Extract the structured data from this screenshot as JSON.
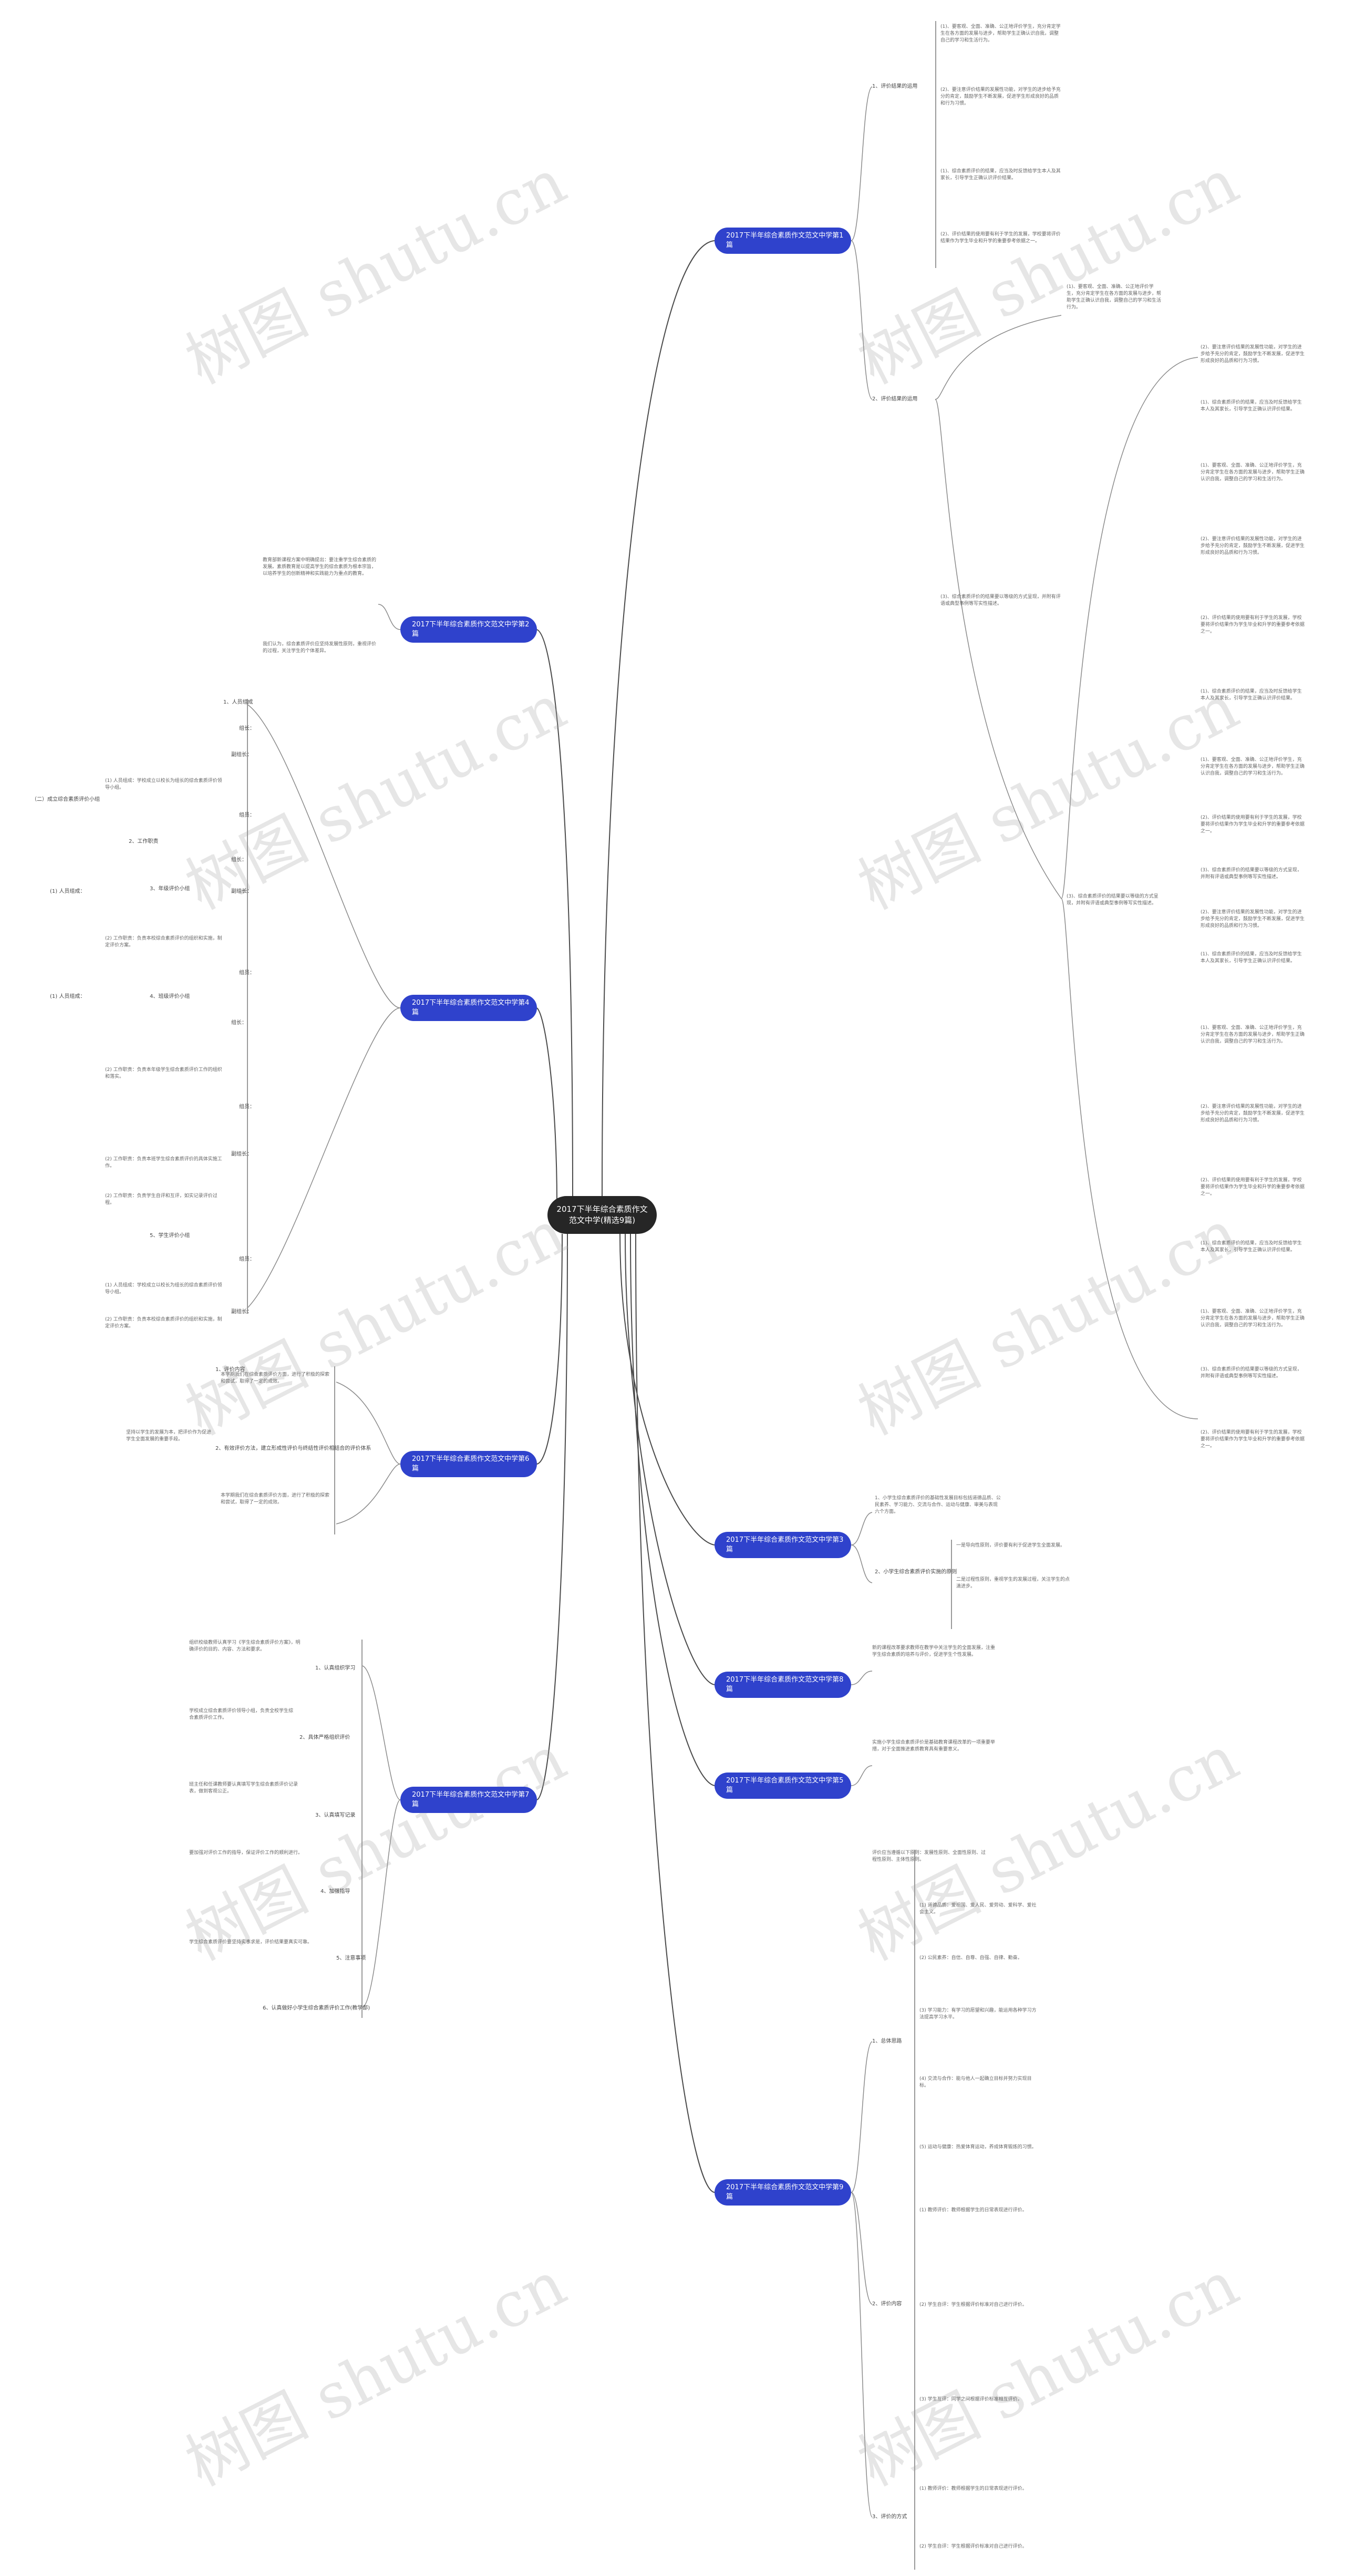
{
  "watermark": "树图 shutu.cn",
  "root": {
    "title_line1": "2017下半年综合素质作文",
    "title_line2": "范文中学(精选9篇)"
  },
  "branches": [
    {
      "label": "2017下半年综合素质作文范文中学第1篇"
    },
    {
      "label": "2017下半年综合素质作文范文中学第2篇"
    },
    {
      "label": "2017下半年综合素质作文范文中学第4篇"
    },
    {
      "label": "2017下半年综合素质作文范文中学第6篇"
    },
    {
      "label": "2017下半年综合素质作文范文中学第3篇"
    },
    {
      "label": "2017下半年综合素质作文范文中学第8篇"
    },
    {
      "label": "2017下半年综合素质作文范文中学第5篇"
    },
    {
      "label": "2017下半年综合素质作文范文中学第7篇"
    },
    {
      "label": "2017下半年综合素质作文范文中学第9篇"
    }
  ],
  "b1": {
    "sub1": "1、评价结果的运用",
    "sub2": "2、评价结果的运用",
    "paras": [
      "(1)、要客观、全面、准确、公正地评价学生，充分肯定学生在各方面的发展与进步，帮助学生正确认识自我，调整自己的学习和生活行为。",
      "(2)、要注意评价结果的发展性功能，对学生的进步给予充分的肯定，鼓励学生不断发展，促进学生形成良好的品质和行为习惯。",
      "(1)、综合素质评价的结果，应当及时反馈给学生本人及其家长，引导学生正确认识评价结果。",
      "(2)、评价结果的使用要有利于学生的发展，学校要将评价结果作为学生毕业和升学的重要参考依据之一。",
      "(3)、综合素质评价的结果要以等级的方式呈现，并附有评语或典型事例等写实性描述。"
    ]
  },
  "b2": {
    "paras": [
      "教育部新课程方案中明确提出：要注重学生综合素质的发展。素质教育是以提高学生的综合素质为根本宗旨，以培养学生的创新精神和实践能力为重点的教育。",
      "我们认为，综合素质评价应坚持发展性原则，重视评价的过程，关注学生的个体差异。"
    ]
  },
  "b4": {
    "items": [
      "1、人员组成",
      "组长：",
      "副组长：",
      "组员：",
      "2、工作职责",
      "3、年级评价小组",
      "4、班级评价小组",
      "5、学生评价小组"
    ],
    "paras": [
      "(1) 人员组成：学校成立以校长为组长的综合素质评价领导小组。",
      "(2) 工作职责：负责本校综合素质评价的组织和实施，制定评价方案。",
      "(2) 工作职责：负责本年级学生综合素质评价工作的组织和落实。",
      "(2) 工作职责：负责本班学生综合素质评价的具体实施工作。",
      "(2) 工作职责：负责学生自评和互评，如实记录评价过程。"
    ],
    "left1": "（二）成立综合素质评价小组",
    "left2": "(1) 人员组成：",
    "left3": "(1) 人员组成："
  },
  "b6": {
    "items": [
      "1、评价内容",
      "2、有效评价方法，建立形成性评价与终结性评价相结合的评价体系"
    ],
    "paras": [
      "本学期我们在综合素质评价方面，进行了积极的探索和尝试，取得了一定的成效。",
      "坚持以学生的发展为本，把评价作为促进学生全面发展的重要手段。"
    ]
  },
  "b3": {
    "item1": "1、小学生综合素质评价的基础性发展目标包括道德品质、公民素养、学习能力、交流与合作、运动与健康、审美与表现六个方面。",
    "item2": "2、小学生综合素质评价实施的原则",
    "paras": [
      "一是导向性原则，评价要有利于促进学生全面发展。",
      "二是过程性原则，重视学生的发展过程，关注学生的点滴进步。"
    ]
  },
  "b8": {
    "para": "新的课程改革要求教师在教学中关注学生的全面发展，注重学生综合素质的培养与评价，促进学生个性发展。"
  },
  "b5": {
    "para": "实施小学生综合素质评价是基础教育课程改革的一项重要举措，对于全面推进素质教育具有重要意义。"
  },
  "b7": {
    "items": [
      "1、认真组织学习",
      "2、具体严格组织评价",
      "3、认真填写记录",
      "4、加强指导",
      "5、注意事项",
      "6、认真做好小学生综合素质评价工作(教学部)"
    ],
    "paras": [
      "组织校级教师认真学习《学生综合素质评价方案》，明确评价的目的、内容、方法和要求。",
      "学校成立综合素质评价领导小组，负责全校学生综合素质评价工作。",
      "班主任和任课教师要认真填写学生综合素质评价记录表，做到客观公正。",
      "要加强对评价工作的指导，保证评价工作的顺利进行。",
      "学生综合素质评价要坚持实事求是，评价结果要真实可靠。"
    ]
  },
  "b9": {
    "sub1": "1、总体思路",
    "sub2": "2、评价内容",
    "sub3": "3、评价的方式",
    "paras": [
      "评价应当遵循以下原则：发展性原则、全面性原则、过程性原则、主体性原则。",
      "(1) 道德品质：爱祖国、爱人民、爱劳动、爱科学、爱社会主义。",
      "(2) 公民素养：自信、自尊、自强、自律、勤奋。",
      "(3) 学习能力：有学习的愿望和兴趣，能运用各种学习方法提高学习水平。",
      "(4) 交流与合作：能与他人一起确立目标并努力实现目标。",
      "(5) 运动与健康：热爱体育运动，养成体育锻炼的习惯。",
      "(1) 教师评价：教师根据学生的日常表现进行评价。",
      "(2) 学生自评：学生根据评价标准对自己进行评价。",
      "(3) 学生互评：同学之间根据评价标准相互评价。"
    ]
  }
}
